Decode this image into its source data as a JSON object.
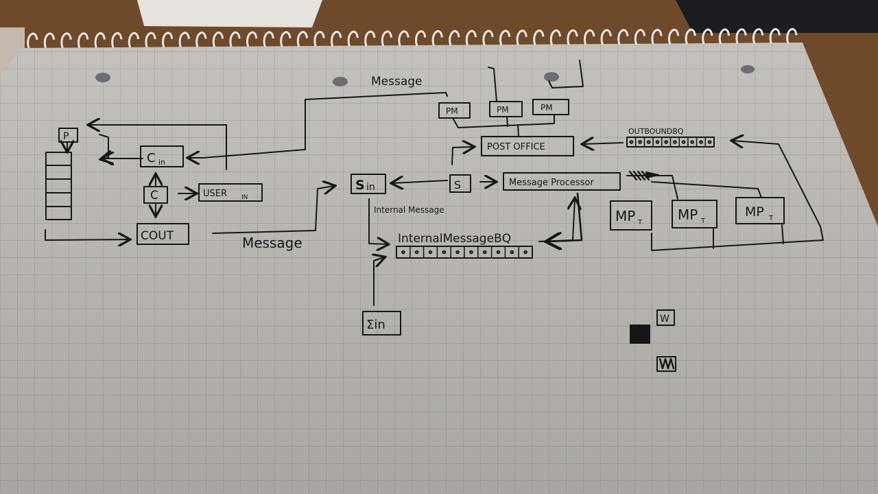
{
  "background": {
    "desk_color": "#6e4a2a",
    "paper_color": "#cfcbc6",
    "grid_color": "#9aa3ab",
    "ink_color": "#161616",
    "receipt_color": "#e6e3de"
  },
  "sketch": {
    "left_cluster": {
      "p_label": "P",
      "c_in_label": "C",
      "c_in_sub": "in",
      "c_label": "C",
      "c_out_label": "COUT",
      "user_in_label": "USER",
      "user_in_sub": "IN"
    },
    "message_top": "Message",
    "message_bottom": "Message",
    "s_in_label": "S",
    "s_in_sub": "in",
    "sigma_in_label": "Σin",
    "internal_message_label": "Internal Message",
    "internal_message_bq_label": "InternalMessageBQ",
    "s_label": "S",
    "message_processor_label": "Message Processor",
    "post_office_label": "POST OFFICE",
    "outbound_bq_label": "OUTBOUNDBQ",
    "pm_labels": [
      "PM",
      "PM",
      "PM"
    ],
    "mp_labels": [
      "MP",
      "MP",
      "MP"
    ],
    "mp_subscript": "T",
    "legend_w": "W"
  }
}
